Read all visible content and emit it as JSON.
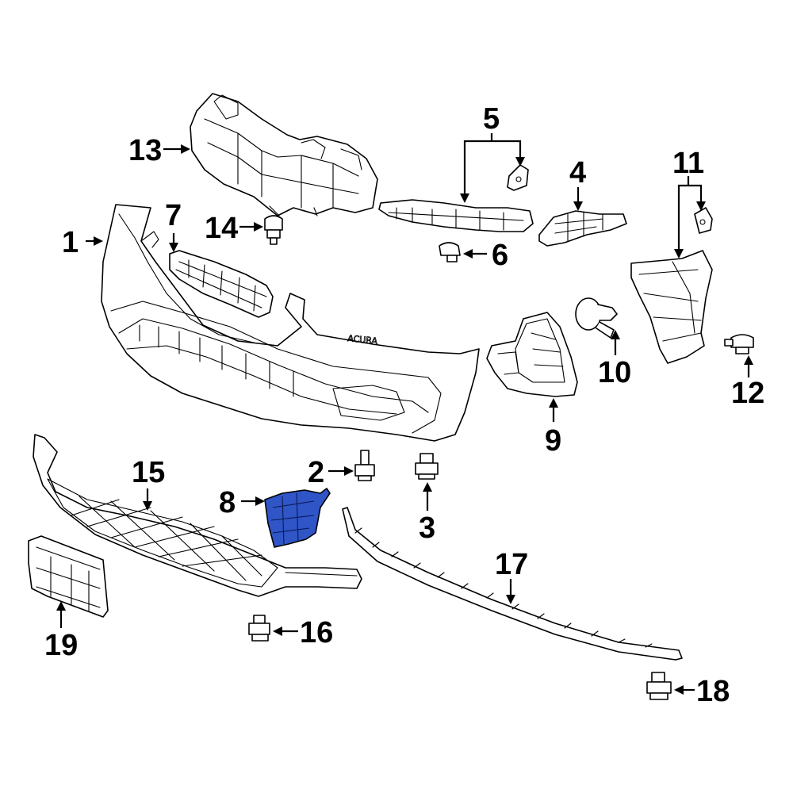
{
  "diagram": {
    "highlight_color": "#2f55c7",
    "callouts": [
      {
        "id": "c1",
        "label": "1"
      },
      {
        "id": "c2",
        "label": "2"
      },
      {
        "id": "c3",
        "label": "3"
      },
      {
        "id": "c4",
        "label": "4"
      },
      {
        "id": "c5",
        "label": "5"
      },
      {
        "id": "c6",
        "label": "6"
      },
      {
        "id": "c7",
        "label": "7"
      },
      {
        "id": "c8",
        "label": "8"
      },
      {
        "id": "c9",
        "label": "9"
      },
      {
        "id": "c10",
        "label": "10"
      },
      {
        "id": "c11",
        "label": "11"
      },
      {
        "id": "c12",
        "label": "12"
      },
      {
        "id": "c13",
        "label": "13"
      },
      {
        "id": "c14",
        "label": "14"
      },
      {
        "id": "c15",
        "label": "15"
      },
      {
        "id": "c16",
        "label": "16"
      },
      {
        "id": "c17",
        "label": "17"
      },
      {
        "id": "c18",
        "label": "18"
      },
      {
        "id": "c19",
        "label": "19"
      }
    ]
  }
}
